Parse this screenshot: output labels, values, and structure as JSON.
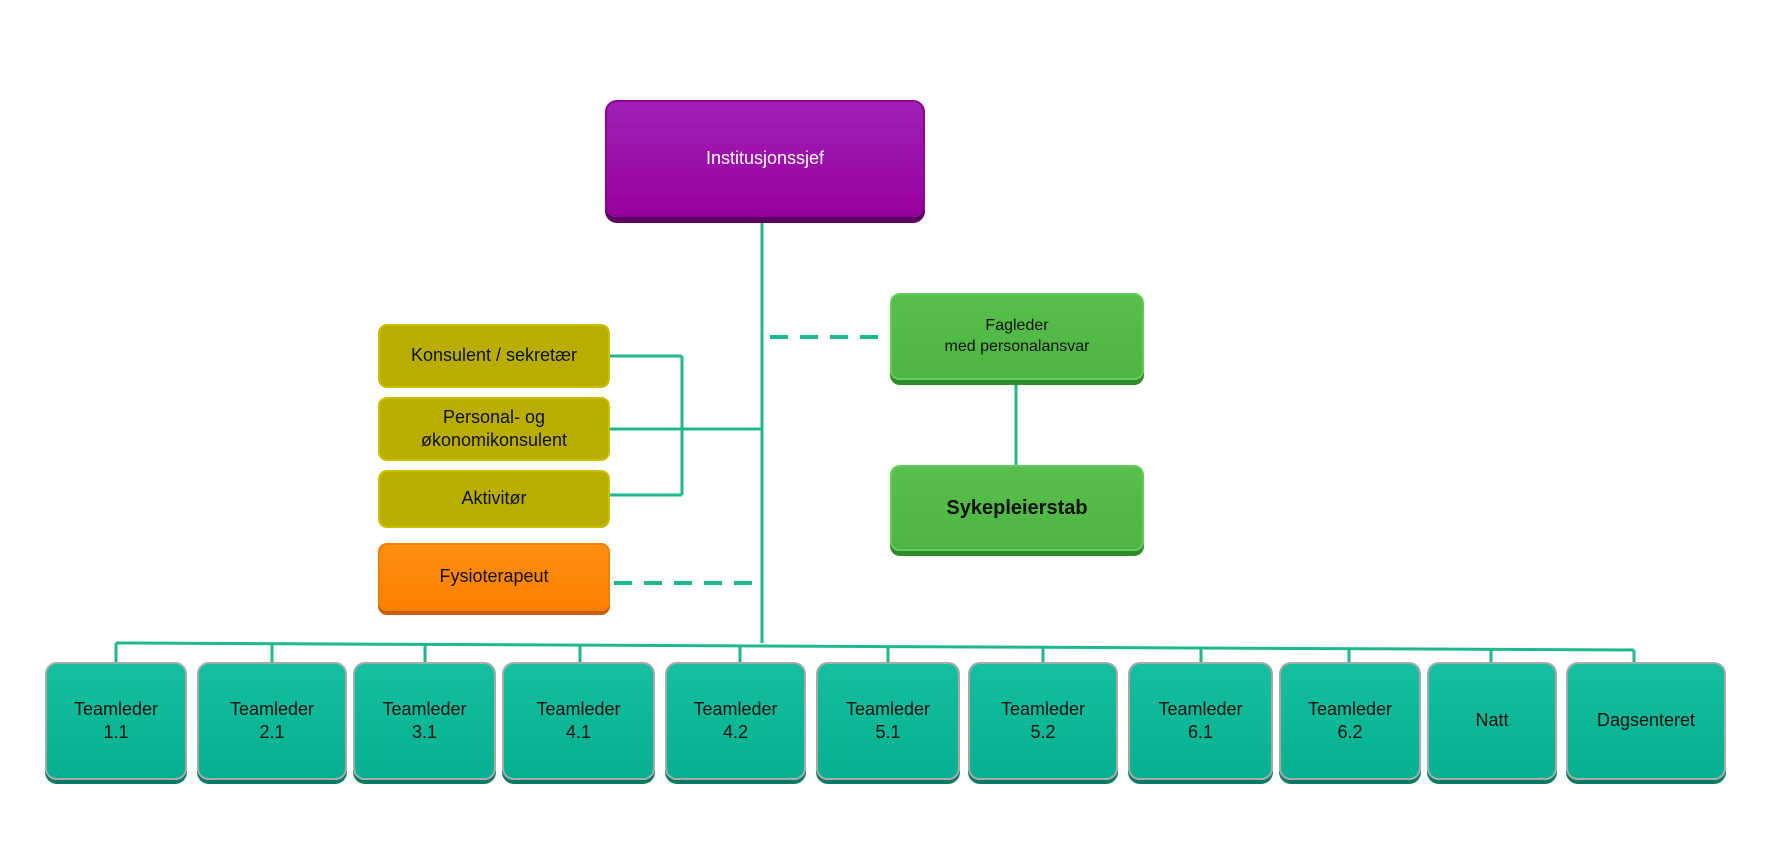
{
  "chief": "Institusjonssjef",
  "support": {
    "consultant": "Konsulent / sekretær",
    "personnel_line1": "Personal- og",
    "personnel_line2": "økonomikonsulent",
    "activity": "Aktivitør"
  },
  "physio": "Fysioterapeut",
  "fagleder_line1": "Fagleder",
  "fagleder_line2": "med personalansvar",
  "nurses": "Sykepleierstab",
  "teams": [
    {
      "line1": "Teamleder",
      "line2": "1.1"
    },
    {
      "line1": "Teamleder",
      "line2": "2.1"
    },
    {
      "line1": "Teamleder",
      "line2": "3.1"
    },
    {
      "line1": "Teamleder",
      "line2": "4.1"
    },
    {
      "line1": "Teamleder",
      "line2": "4.2"
    },
    {
      "line1": "Teamleder",
      "line2": "5.1"
    },
    {
      "line1": "Teamleder",
      "line2": "5.2"
    },
    {
      "line1": "Teamleder",
      "line2": "6.1"
    },
    {
      "line1": "Teamleder",
      "line2": "6.2"
    },
    {
      "line1": "Natt",
      "line2": ""
    },
    {
      "line1": "Dagsenteret",
      "line2": ""
    }
  ],
  "colors": {
    "connector": "#1fb88c",
    "chief": "#97009f",
    "support": "#b9ae00",
    "physio": "#ff8000",
    "green": "#4db542",
    "team": "#04b08f"
  }
}
